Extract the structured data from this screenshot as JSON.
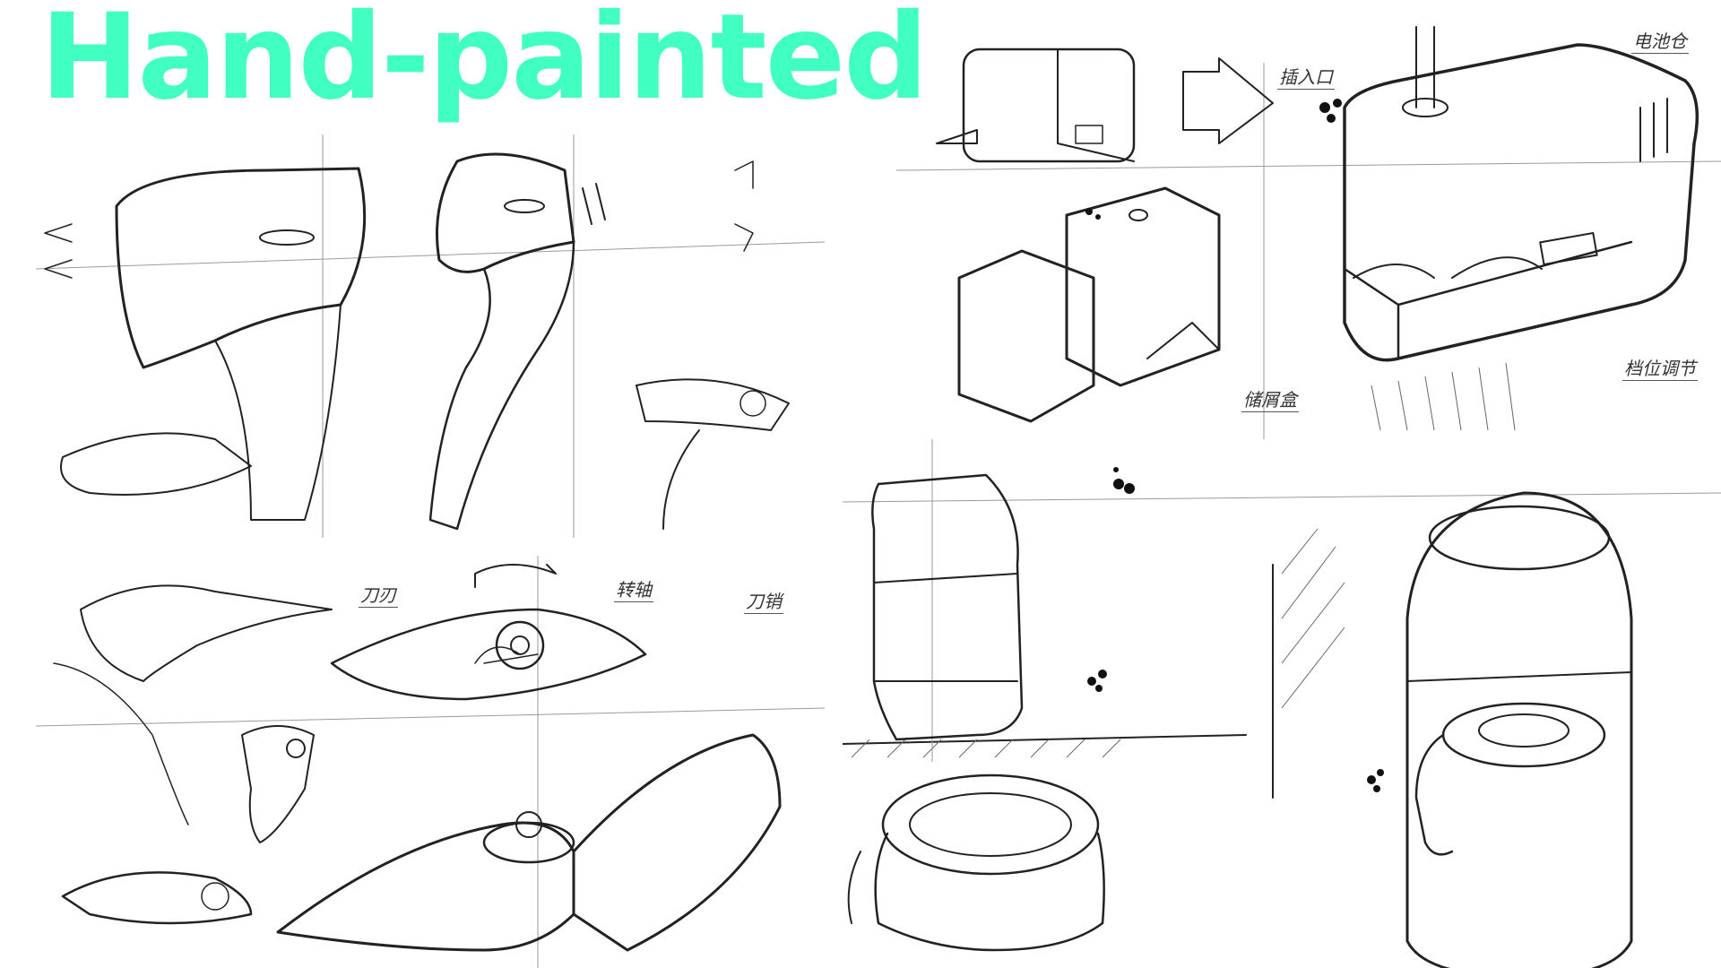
{
  "title": {
    "text": "Hand-painted",
    "color": "#40FFC0"
  },
  "colors": {
    "background": "#FFFFFF",
    "ink": "#222222",
    "construction_line": "#9A9A9A"
  },
  "sketches": {
    "hair_dryer": {
      "subject": "hair-dryer-sketches",
      "labels": []
    },
    "shredder_box": {
      "subject": "storage-device-sketches",
      "labels": [
        {
          "text": "插入口"
        },
        {
          "text": "电池仓"
        },
        {
          "text": "储屑盒"
        },
        {
          "text": "档位调节"
        }
      ]
    },
    "bird_knife": {
      "subject": "hornbill-inspired-folding-knife-sketches",
      "labels": [
        {
          "text": "刀刃"
        },
        {
          "text": "转轴"
        },
        {
          "text": "刀销"
        }
      ]
    },
    "coffee_machine": {
      "subject": "coffee-maker-sketches",
      "labels": []
    }
  }
}
